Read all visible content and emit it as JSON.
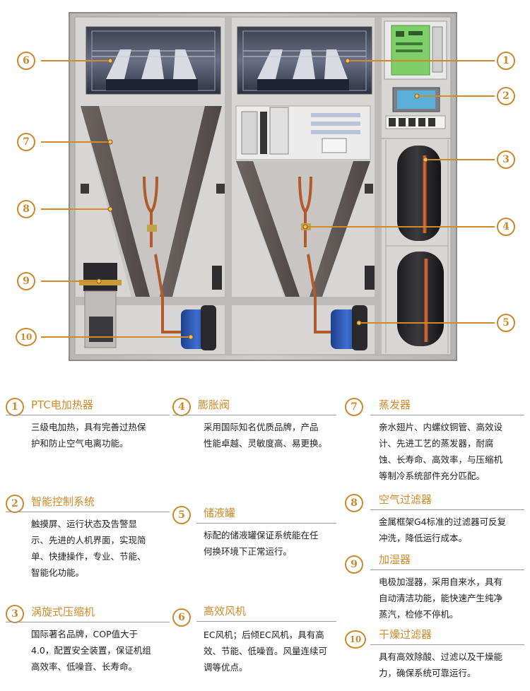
{
  "callouts": {
    "left": [
      "6",
      "7",
      "8",
      "9",
      "10"
    ],
    "right": [
      "1",
      "2",
      "3",
      "4",
      "5"
    ]
  },
  "features": [
    {
      "num": "1",
      "title": "PTC电加热器",
      "lines": [
        "三级电加热，具有完善过热保",
        "护和防止空气电离功能。"
      ]
    },
    {
      "num": "2",
      "title": "智能控制系统",
      "lines": [
        "触摸屏、运行状态及告警显",
        "示、先进的人机界面，实现简",
        "单、快捷操作，专业、节能、",
        "智能化功能。"
      ]
    },
    {
      "num": "3",
      "title": "涡旋式压缩机",
      "lines": [
        "国际著名品牌，COP值大于",
        "4.0，配置安全装置，保证机组",
        "高效率、低噪音、长寿命。"
      ]
    },
    {
      "num": "4",
      "title": "膨胀阀",
      "lines": [
        "采用国际知名优质品牌，产品",
        "性能卓越、灵敏度高、易更换。"
      ]
    },
    {
      "num": "5",
      "title": "储液罐",
      "lines": [
        "标配的储液罐保证系统能在任",
        "何换环境下正常运行。"
      ]
    },
    {
      "num": "6",
      "title": "高效风机",
      "lines": [
        "EC风机；后倾EC风机，具有高",
        "效、节能、低噪音。风量连续可",
        "调等优点。"
      ]
    },
    {
      "num": "7",
      "title": "蒸发器",
      "lines": [
        "亲水翅片、内螺纹铜管、高效设",
        "计、先进工艺的蒸发器，耐腐",
        "蚀、长寿命、高效率，与压缩机",
        "等制冷系统部件充分匹配。"
      ]
    },
    {
      "num": "8",
      "title": "空气过滤器",
      "lines": [
        "金属框架G4标准的过滤器可反复",
        "冲洗，降低运行成本。"
      ]
    },
    {
      "num": "9",
      "title": "加湿器",
      "lines": [
        "电极加湿器，采用自来水，具有",
        "自动清洁功能，能快速产生纯净",
        "蒸汽，检修不停机。"
      ]
    },
    {
      "num": "10",
      "title": "干燥过滤器",
      "lines": [
        "具有高效除酸、过滤以及干燥能",
        "力，确保系统可靠运行。"
      ]
    }
  ]
}
